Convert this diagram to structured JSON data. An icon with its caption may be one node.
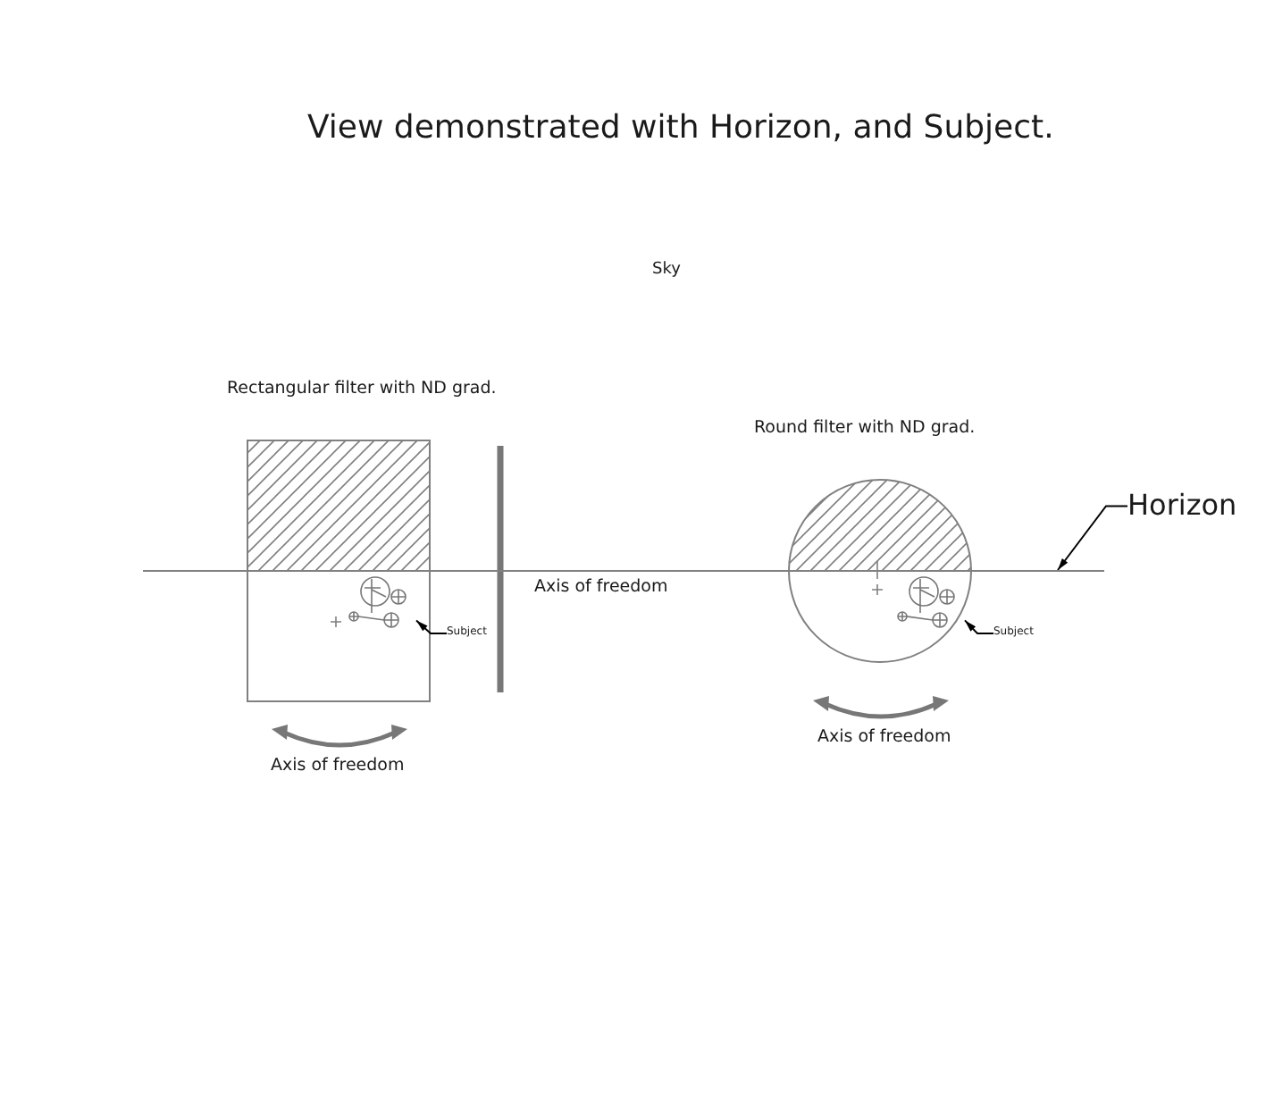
{
  "diagram": {
    "title": "View demonstrated with Horizon, and Subject.",
    "nodes": [
      {
        "text": [
          "Rectangular filter with ND grad."
        ]
      },
      {
        "text": [],
        "shape": "picture",
        "in": 0
      },
      {
        "text": [
          "Subject"
        ]
      },
      {
        "text": [
          "Round filter with ND grad."
        ]
      },
      {
        "text": [],
        "shape": "picture",
        "in": 3
      },
      {
        "text": [
          "Subject"
        ]
      },
      {
        "text": [],
        "shape": "line"
      },
      {
        "text": [
          "Horizon"
        ]
      }
    ],
    "edges": [
      {
        "from": 2,
        "to": 1,
        "arrow": "to"
      },
      {
        "from": 5,
        "to": 4,
        "arrow": "to"
      },
      {
        "from": 7,
        "to": 6,
        "arrow": "to"
      }
    ],
    "labels": [
      "Sky",
      "Axis of freedom",
      "Axis of freedom",
      "Axis of freedom"
    ]
  }
}
